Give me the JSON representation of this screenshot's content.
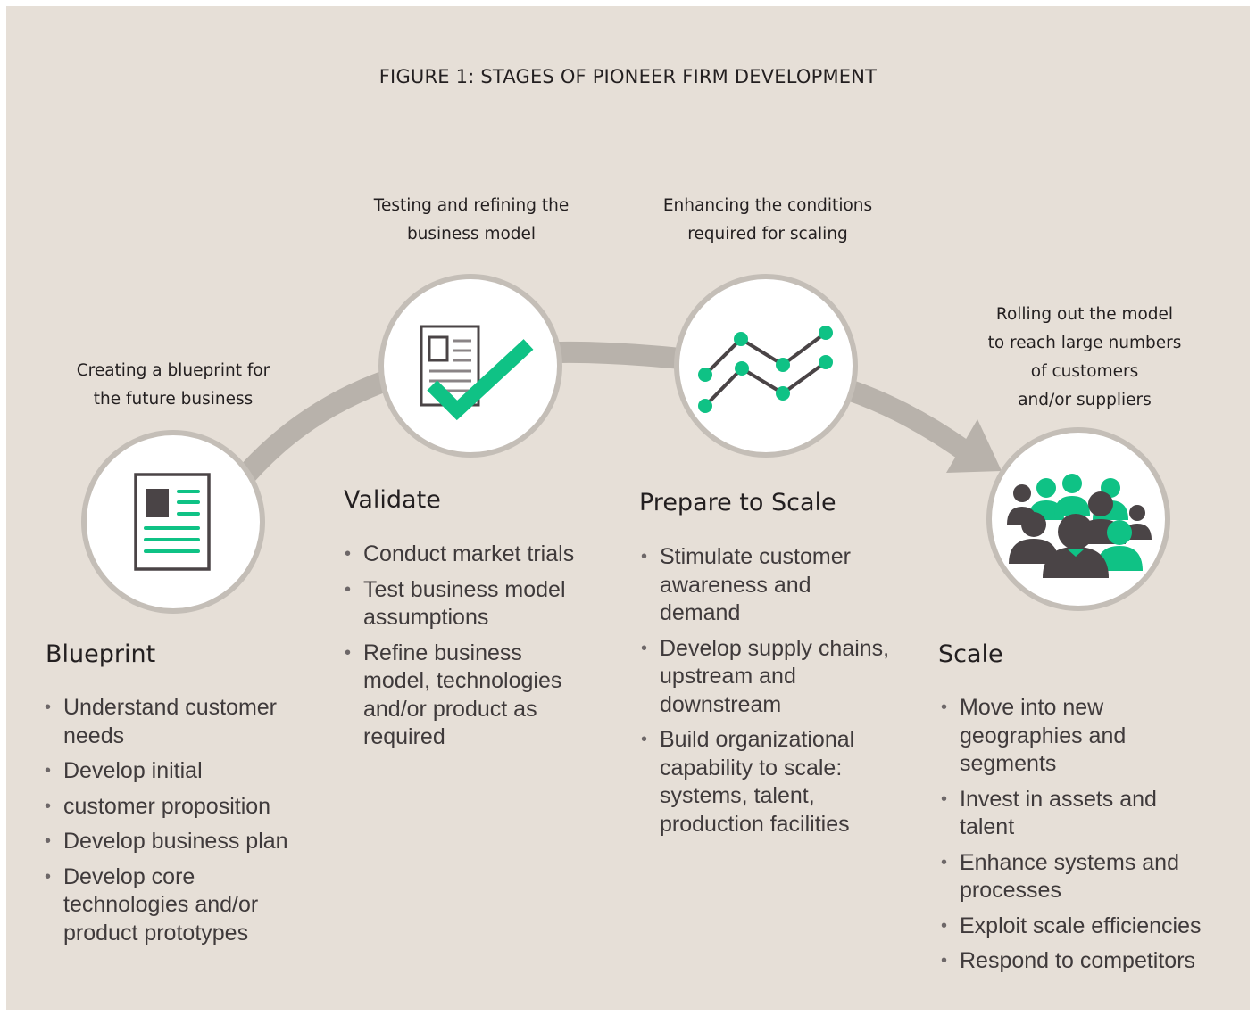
{
  "figure": {
    "title": "FIGURE 1: STAGES OF PIONEER FIRM DEVELOPMENT"
  },
  "stages": [
    {
      "id": "blueprint",
      "icon": "document-icon",
      "caption": [
        "Creating a blueprint for",
        "the future business"
      ],
      "title": "Blueprint",
      "bullets": [
        "Understand customer needs",
        "Develop initial",
        "customer proposition",
        "Develop business plan",
        "Develop core technologies and/or product prototypes"
      ]
    },
    {
      "id": "validate",
      "icon": "document-checkmark-icon",
      "caption": [
        "Testing and refining the",
        "business model"
      ],
      "title": "Validate",
      "bullets": [
        "Conduct market trials",
        "Test business model assumptions",
        "Refine business model, technologies and/or product as required"
      ]
    },
    {
      "id": "prepare",
      "icon": "line-graph-icon",
      "caption": [
        "Enhancing the conditions",
        "required for scaling"
      ],
      "title": "Prepare to Scale",
      "bullets": [
        "Stimulate customer awareness and demand",
        "Develop supply chains, upstream and downstream",
        "Build organizational capability to scale: systems, talent, production facilities"
      ]
    },
    {
      "id": "scale",
      "icon": "people-group-icon",
      "caption": [
        "Rolling out the model",
        "to reach large numbers",
        "of customers",
        "and/or suppliers"
      ],
      "title": "Scale",
      "bullets": [
        "Move into new geographies and segments",
        "Invest in assets and talent",
        "Enhance systems and processes",
        "Exploit scale efficiencies",
        "Respond to competitors"
      ]
    }
  ],
  "colors": {
    "background": "#e6dfd7",
    "accent_green": "#0fc285",
    "dark": "#4a4446",
    "arc": "#b8b2ab",
    "circle_border": "#c4beb7"
  }
}
